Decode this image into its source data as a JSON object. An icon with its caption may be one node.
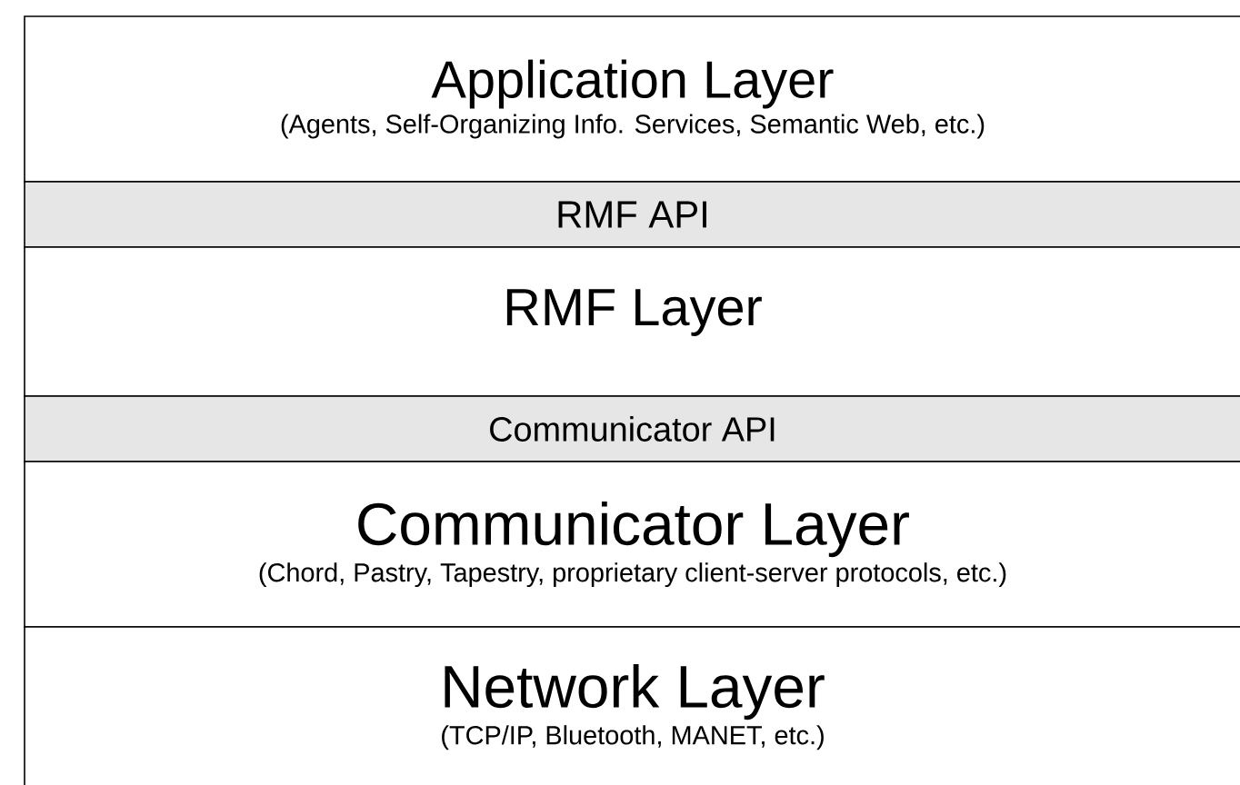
{
  "diagram": {
    "nodes": [
      {
        "text": [
          "Application Layer",
          "(Agents, Self-Organizing Info. Services, Semantic Web, etc.)"
        ]
      },
      {
        "text": [
          "RMF API"
        ]
      },
      {
        "text": [
          "RMF Layer"
        ]
      },
      {
        "text": [
          "Communicator API"
        ]
      },
      {
        "text": [
          "Communicator Layer",
          "(Chord, Pastry, Tapestry, proprietary client-server protocols, etc.)"
        ]
      },
      {
        "text": [
          "Network Layer",
          "(TCP/IP, Bluetooth, MANET, etc.)"
        ]
      }
    ]
  }
}
